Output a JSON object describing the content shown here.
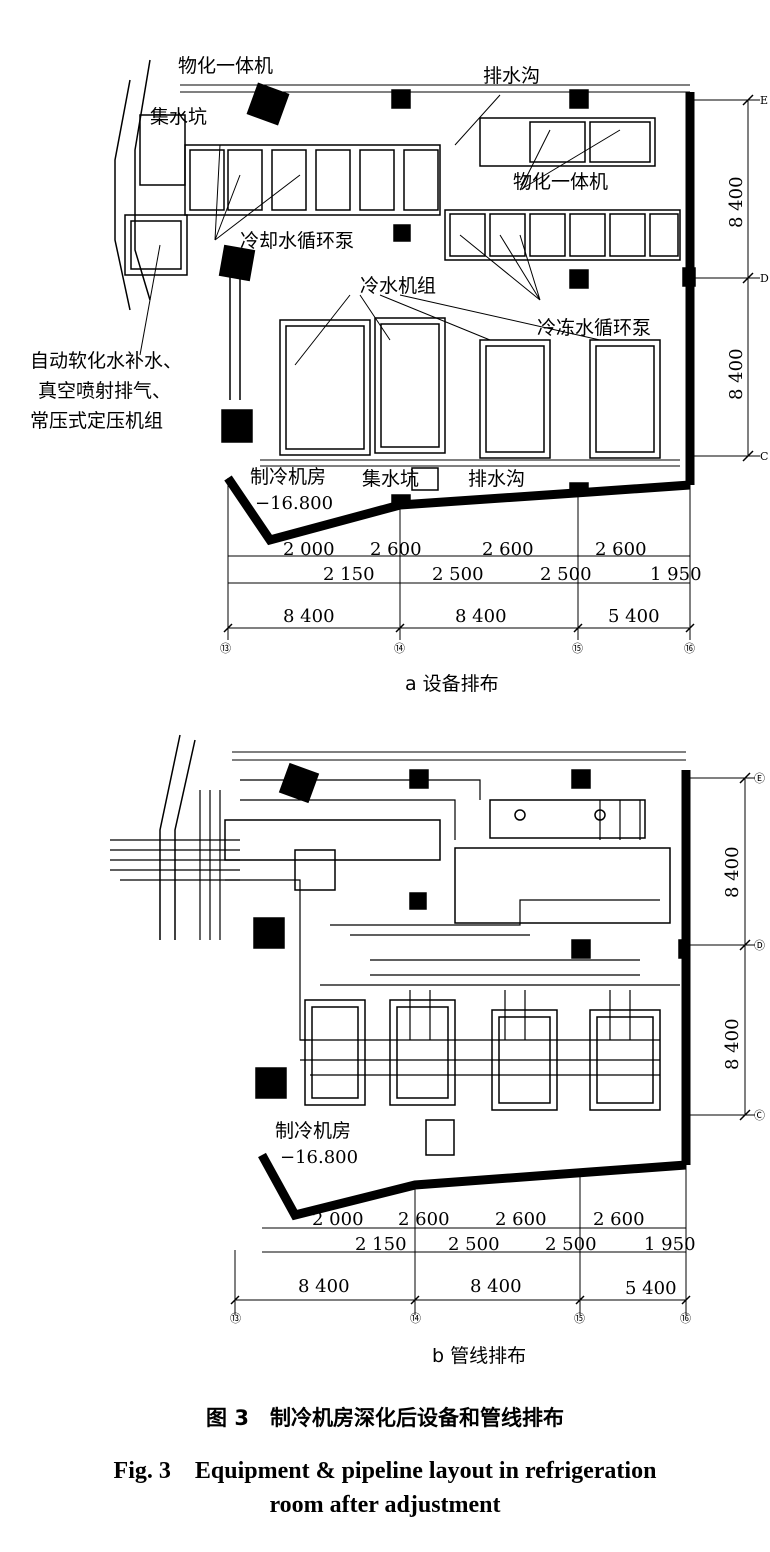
{
  "panel_a": {
    "subtitle": "a 设备排布",
    "labels": {
      "physchem_top": "物化一体机",
      "drainage_top": "排水沟",
      "sump_top": "集水坑",
      "physchem_right": "物化一体机",
      "cooling_pump": "冷却水循环泵",
      "chiller_units": "冷水机组",
      "chilled_pump": "冷冻水循环泵",
      "softener_line1": "自动软化水补水、",
      "softener_line2": "真空喷射排气、",
      "softener_line3": "常压式定压机组",
      "room_name": "制冷机房",
      "elevation": "−16.800",
      "sump_bottom": "集水坑",
      "drainage_bottom": "排水沟"
    },
    "dims_top": [
      "2 000",
      "2 600",
      "2 600",
      "2 600"
    ],
    "dims_bottom": [
      "2 150",
      "2 500",
      "2 500",
      "1 950"
    ],
    "bays": [
      "8 400",
      "8 400",
      "5 400"
    ],
    "right_dims": [
      "8 400",
      "8 400"
    ],
    "axes_bottom": [
      "⑬",
      "⑭",
      "⑮",
      "⑯"
    ],
    "axes_right": [
      "E",
      "D",
      "C"
    ]
  },
  "panel_b": {
    "subtitle": "b 管线排布",
    "labels": {
      "room_name": "制冷机房",
      "elevation": "−16.800"
    },
    "dims_top": [
      "2 000",
      "2 600",
      "2 600",
      "2 600"
    ],
    "dims_bottom": [
      "2 150",
      "2 500",
      "2 500",
      "1 950"
    ],
    "bays": [
      "8 400",
      "8 400",
      "5 400"
    ],
    "right_dims": [
      "8 400",
      "8 400"
    ],
    "axes_bottom": [
      "⑬",
      "⑭",
      "⑮",
      "⑯"
    ],
    "axes_right": [
      "Ⓔ",
      "Ⓓ",
      "Ⓒ"
    ]
  },
  "caption": {
    "cn": "图 3　制冷机房深化后设备和管线排布",
    "en_line1": "Fig. 3　Equipment & pipeline layout in refrigeration",
    "en_line2": "room after adjustment"
  }
}
